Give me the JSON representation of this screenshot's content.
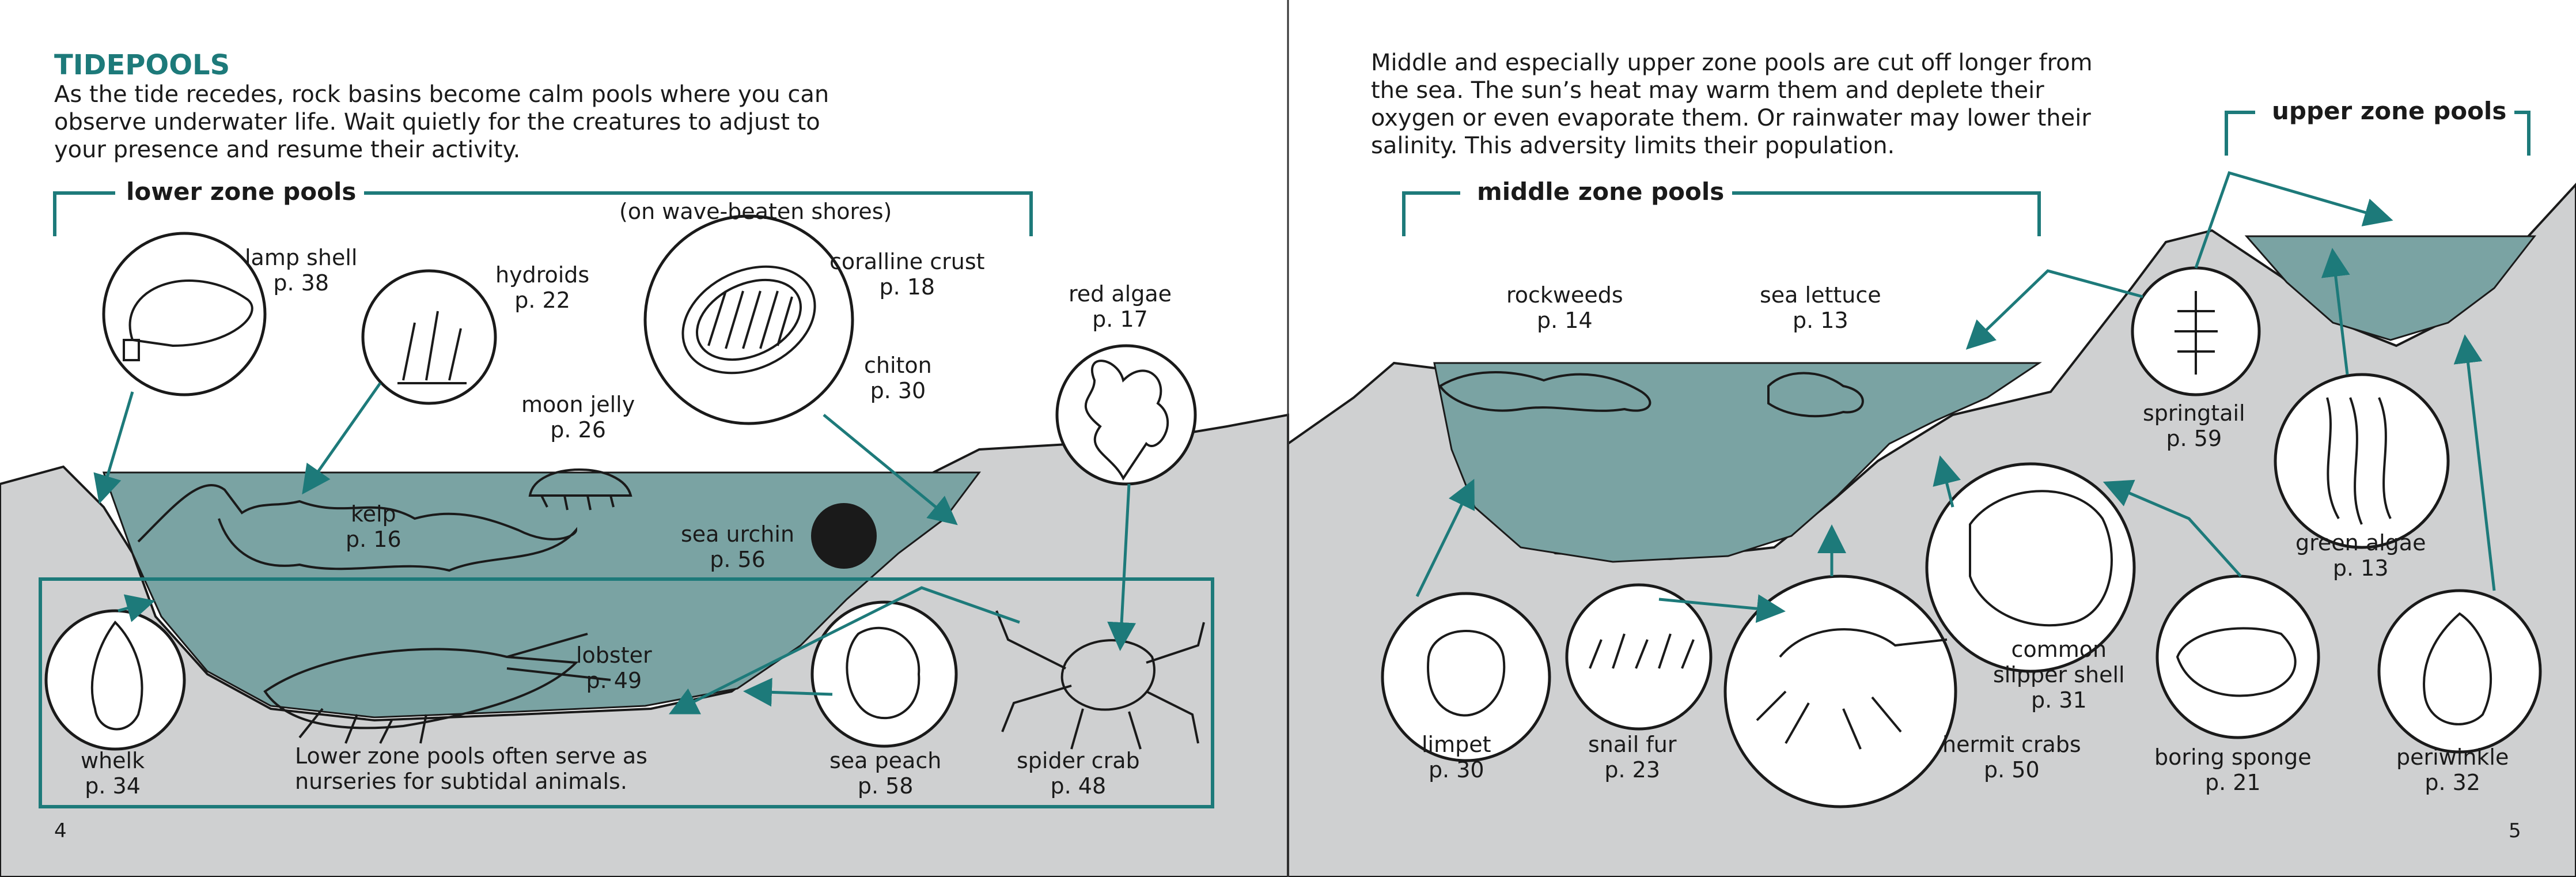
{
  "colors": {
    "water": "#7aa3a3",
    "rock": "#cfd0d1",
    "accent": "#1d7a7a",
    "ink": "#1a1a1a"
  },
  "left_page": {
    "title": "TIDEPOOLS",
    "intro": "As the tide recedes, rock basins become calm pools where you can observe underwater life. Wait quietly for the creatures to adjust to your presence and resume their activity.",
    "zone_label": "lower zone pools",
    "zone_note": "(on wave-beaten shores)",
    "nursery_note_1": "Lower zone pools often serve as",
    "nursery_note_2": "nurseries for subtidal animals.",
    "page_number": "4",
    "organisms": {
      "lamp_shell": {
        "name": "lamp shell",
        "page": "p. 38"
      },
      "hydroids": {
        "name": "hydroids",
        "page": "p. 22"
      },
      "coralline_crust": {
        "name": "coralline crust",
        "page": "p. 18"
      },
      "chiton": {
        "name": "chiton",
        "page": "p. 30"
      },
      "red_algae": {
        "name": "red algae",
        "page": "p. 17"
      },
      "moon_jelly": {
        "name": "moon jelly",
        "page": "p. 26"
      },
      "kelp": {
        "name": "kelp",
        "page": "p. 16"
      },
      "sea_urchin": {
        "name": "sea urchin",
        "page": "p. 56"
      },
      "lobster": {
        "name": "lobster",
        "page": "p. 49"
      },
      "whelk": {
        "name": "whelk",
        "page": "p. 34"
      },
      "sea_peach": {
        "name": "sea peach",
        "page": "p. 58"
      },
      "spider_crab": {
        "name": "spider crab",
        "page": "p. 48"
      }
    }
  },
  "right_page": {
    "intro": "Middle and especially upper zone pools are cut off longer from the sea. The sun’s heat may warm them and deplete their oxygen or even evaporate them. Or rainwater may lower their salinity. This adversity limits their population.",
    "middle_zone_label": "middle zone pools",
    "upper_zone_label": "upper zone pools",
    "page_number": "5",
    "organisms": {
      "rockweeds": {
        "name": "rockweeds",
        "page": "p. 14"
      },
      "sea_lettuce": {
        "name": "sea lettuce",
        "page": "p. 13"
      },
      "springtail": {
        "name": "springtail",
        "page": "p. 59"
      },
      "green_algae": {
        "name": "green algae",
        "page": "p. 13"
      },
      "common_slipper_shell": {
        "name1": "common",
        "name2": "slipper shell",
        "page": "p. 31"
      },
      "limpet": {
        "name": "limpet",
        "page": "p. 30"
      },
      "snail_fur": {
        "name": "snail fur",
        "page": "p. 23"
      },
      "hermit_crabs": {
        "name": "hermit crabs",
        "page": "p. 50"
      },
      "boring_sponge": {
        "name": "boring sponge",
        "page": "p. 21"
      },
      "periwinkle": {
        "name": "periwinkle",
        "page": "p. 32"
      }
    }
  }
}
